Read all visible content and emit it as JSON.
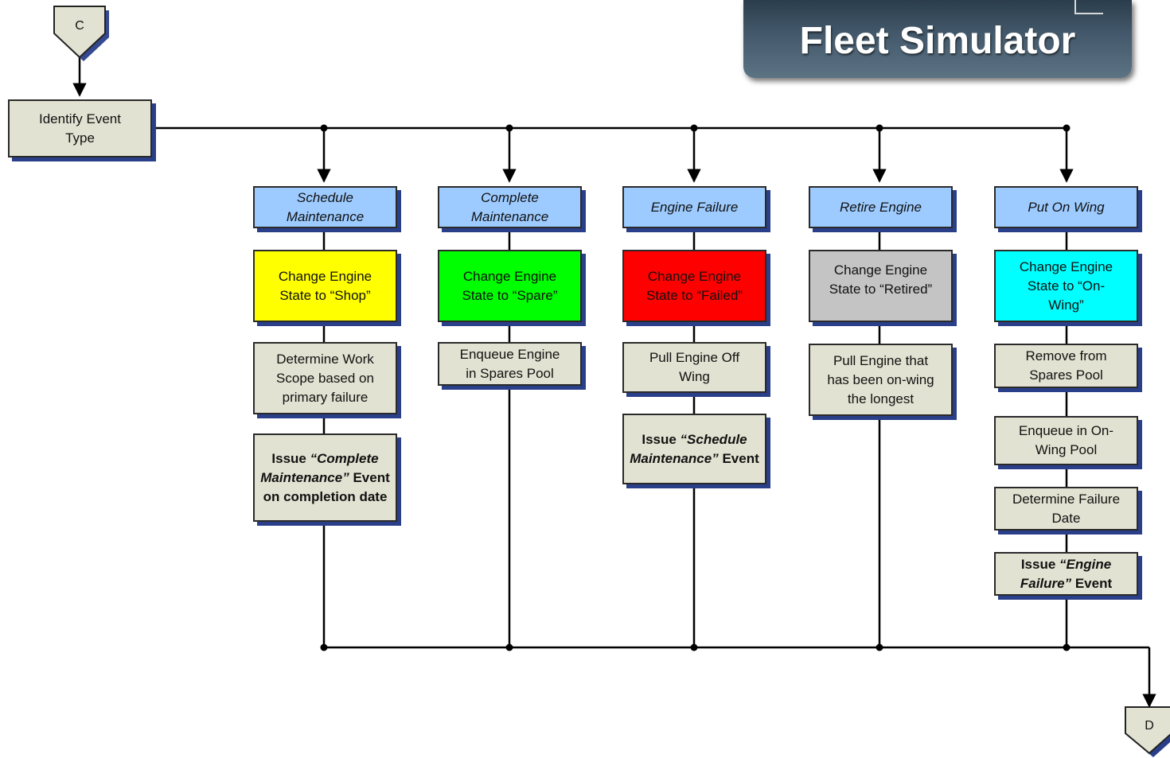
{
  "banner": {
    "title": "Fleet Simulator"
  },
  "connectors": {
    "start": "C",
    "end": "D"
  },
  "identify": {
    "line1": "Identify Event",
    "line2": "Type"
  },
  "columns": [
    {
      "header": [
        "Schedule",
        "Maintenance"
      ],
      "state": [
        "Change Engine",
        "State to “Shop”"
      ],
      "steps": [
        [
          "Determine Work",
          "Scope based on",
          "primary failure"
        ]
      ],
      "issue": {
        "prefix": "Issue ",
        "quote": "“Complete Maintenance”",
        "suffix": "Event on completion date"
      }
    },
    {
      "header": [
        "Complete",
        "Maintenance"
      ],
      "state": [
        "Change Engine",
        "State to “Spare”"
      ],
      "steps": [
        [
          "Enqueue Engine",
          "in Spares Pool"
        ]
      ]
    },
    {
      "header": [
        "Engine Failure"
      ],
      "state": [
        "Change Engine",
        "State to “Failed”"
      ],
      "steps": [
        [
          "Pull Engine Off",
          "Wing"
        ]
      ],
      "issue": {
        "prefix": "Issue ",
        "quote": "“Schedule Maintenance”",
        "suffix": "Event"
      }
    },
    {
      "header": [
        "Retire Engine"
      ],
      "state": [
        "Change Engine",
        "State to “Retired”"
      ],
      "steps": [
        [
          "Pull Engine that",
          "has been on-wing",
          "the longest"
        ]
      ]
    },
    {
      "header": [
        "Put On Wing"
      ],
      "state": [
        "Change Engine",
        "State to “On-",
        "Wing”"
      ],
      "steps": [
        [
          "Remove from",
          "Spares Pool"
        ],
        [
          "Enqueue in On-",
          "Wing Pool"
        ],
        [
          "Determine Failure",
          "Date"
        ]
      ],
      "issue": {
        "prefix": "Issue ",
        "quote": "“Engine Failure”",
        "suffix": " Event"
      }
    }
  ],
  "colors": {
    "step": "#e2e2d2",
    "header": "#9dcbff",
    "shop": "#ffff00",
    "spare": "#00ff00",
    "failed": "#ff0000",
    "retired": "#c4c4c4",
    "onwing": "#00ffff",
    "shadow": "#2a3f8a"
  }
}
